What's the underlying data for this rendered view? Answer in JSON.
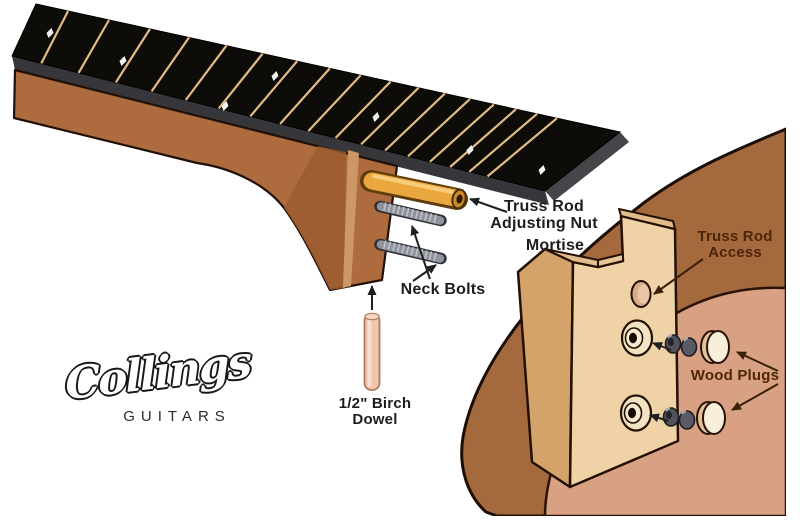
{
  "diagram": {
    "title_implicit": "Bolt-on neck joint exploded diagram",
    "brand": {
      "name": "Collings",
      "subtitle": "GUITARS"
    },
    "labels": {
      "truss_rod_nut_1": "Truss Rod",
      "truss_rod_nut_2": "Adjusting Nut",
      "mortise": "Mortise",
      "truss_rod_access_1": "Truss Rod",
      "truss_rod_access_2": "Access",
      "neck_bolts": "Neck Bolts",
      "wood_plugs": "Wood Plugs",
      "dowel_1": "1/2\" Birch",
      "dowel_2": "Dowel"
    },
    "colors": {
      "label_dark": "#1d1d1d",
      "label_brown": "#4d2508",
      "fretboard": "#0e0c09",
      "fret": "#e2bc82",
      "board_edge_gray": "#3a3a3e",
      "neck_wood": "#ae6c3e",
      "heel_shadow": "#9c5c30",
      "heel_highlight": "#cd9766",
      "truss_rod_nut_gold": "#e9a73d",
      "bolt_gray": "#90939b",
      "dowel_pink": "#f2c5ab",
      "body_rim_brown": "#a5693e",
      "body_inner_pink": "#d9a183",
      "block_face_tan": "#efd3a7",
      "block_side_tan": "#d4a369",
      "ferrule_cream": "#f2e4c2",
      "plug_cream": "#f7efda",
      "nut_gray": "#52525c"
    }
  }
}
